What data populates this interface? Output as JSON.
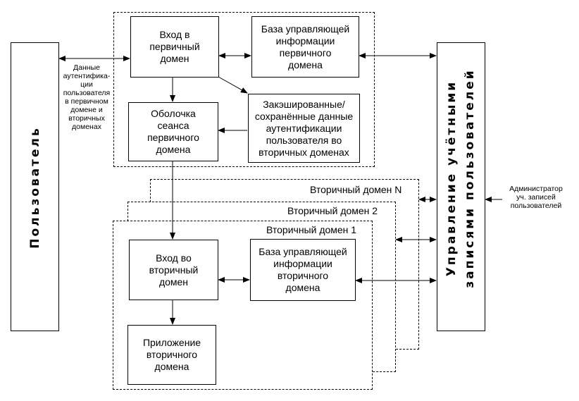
{
  "user_box": {
    "label": "Пользователь"
  },
  "account_mgmt_box": {
    "line1": "Управление учётными",
    "line2": "записями пользователей"
  },
  "auth_data_note": "Данные\nаутентифика-\nции\nпользователя\nв первичном\nдомене и\nвторичных\nдоменах",
  "admin_note": "Администратор\nуч. записей\nпользователей",
  "primary_domain": {
    "login_box": "Вход в\nпервичный\nдомен",
    "mib_box": "База управляющей\nинформации\nпервичного\nдомена",
    "shell_box": "Оболочка\nсеанса\nпервичного\nдомена",
    "cache_box": "Закэшированные/\nсохранённые данные\nаутентификации\nпользователя во\nвторичных доменах"
  },
  "secondary_domains": [
    {
      "label": "Вторичный домен N"
    },
    {
      "label": "Вторичный домен 2"
    },
    {
      "label": "Вторичный домен 1"
    }
  ],
  "secondary_domain_1": {
    "login_box": "Вход во\nвторичный\nдомен",
    "mib_box": "База управляющей\nинформации\nвторичного\nдомена",
    "app_box": "Приложение\nвторичного\nдомена"
  }
}
